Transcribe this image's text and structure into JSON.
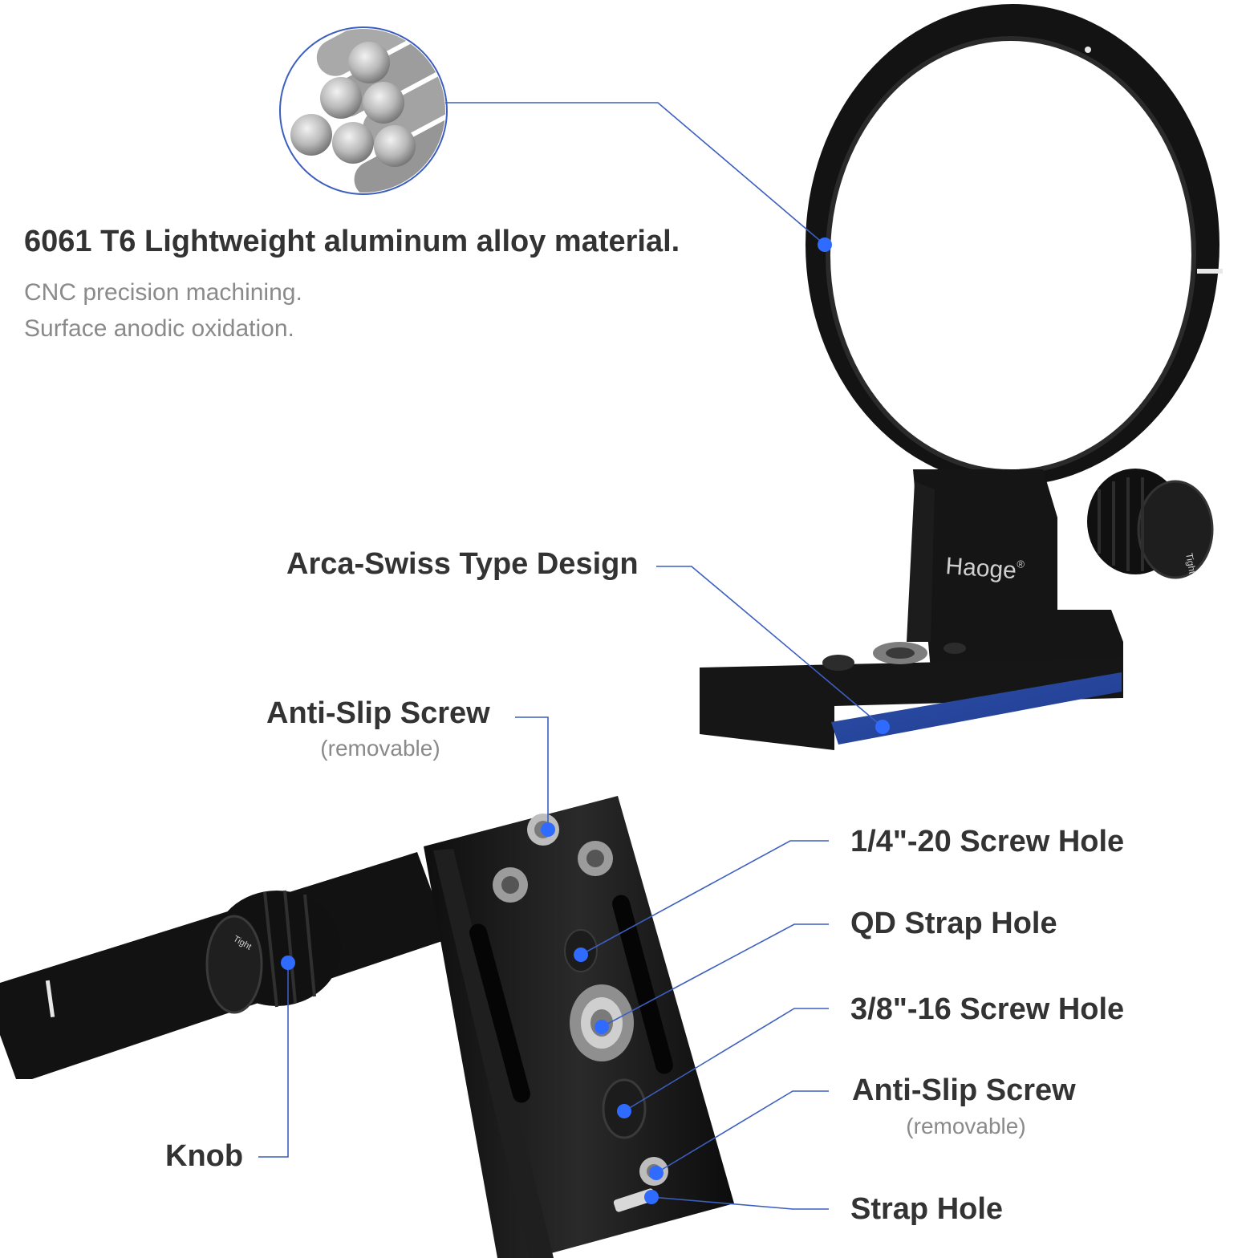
{
  "material": {
    "title": "6061 T6 Lightweight aluminum alloy material.",
    "line1": "CNC precision machining.",
    "line2": "Surface anodic oxidation."
  },
  "brand": {
    "logo_text": "Haoge",
    "registered_mark": "®",
    "knob_text": "Tight"
  },
  "callouts": {
    "arca": "Arca-Swiss Type Design",
    "anti_slip_top": {
      "label": "Anti-Slip Screw",
      "note": "(removable)"
    },
    "screw_quarter": "1/4\"-20 Screw Hole",
    "qd_strap": "QD Strap Hole",
    "screw_three_eighths": "3/8\"-16 Screw Hole",
    "anti_slip_bottom": {
      "label": "Anti-Slip Screw",
      "note": "(removable)"
    },
    "knob": "Knob",
    "strap_hole": "Strap Hole"
  },
  "colors": {
    "callout_line": "#3c5fbf",
    "dot": "#2f6bff",
    "metal": "#151515",
    "title": "#333333",
    "subtitle": "#8a8a8a"
  }
}
